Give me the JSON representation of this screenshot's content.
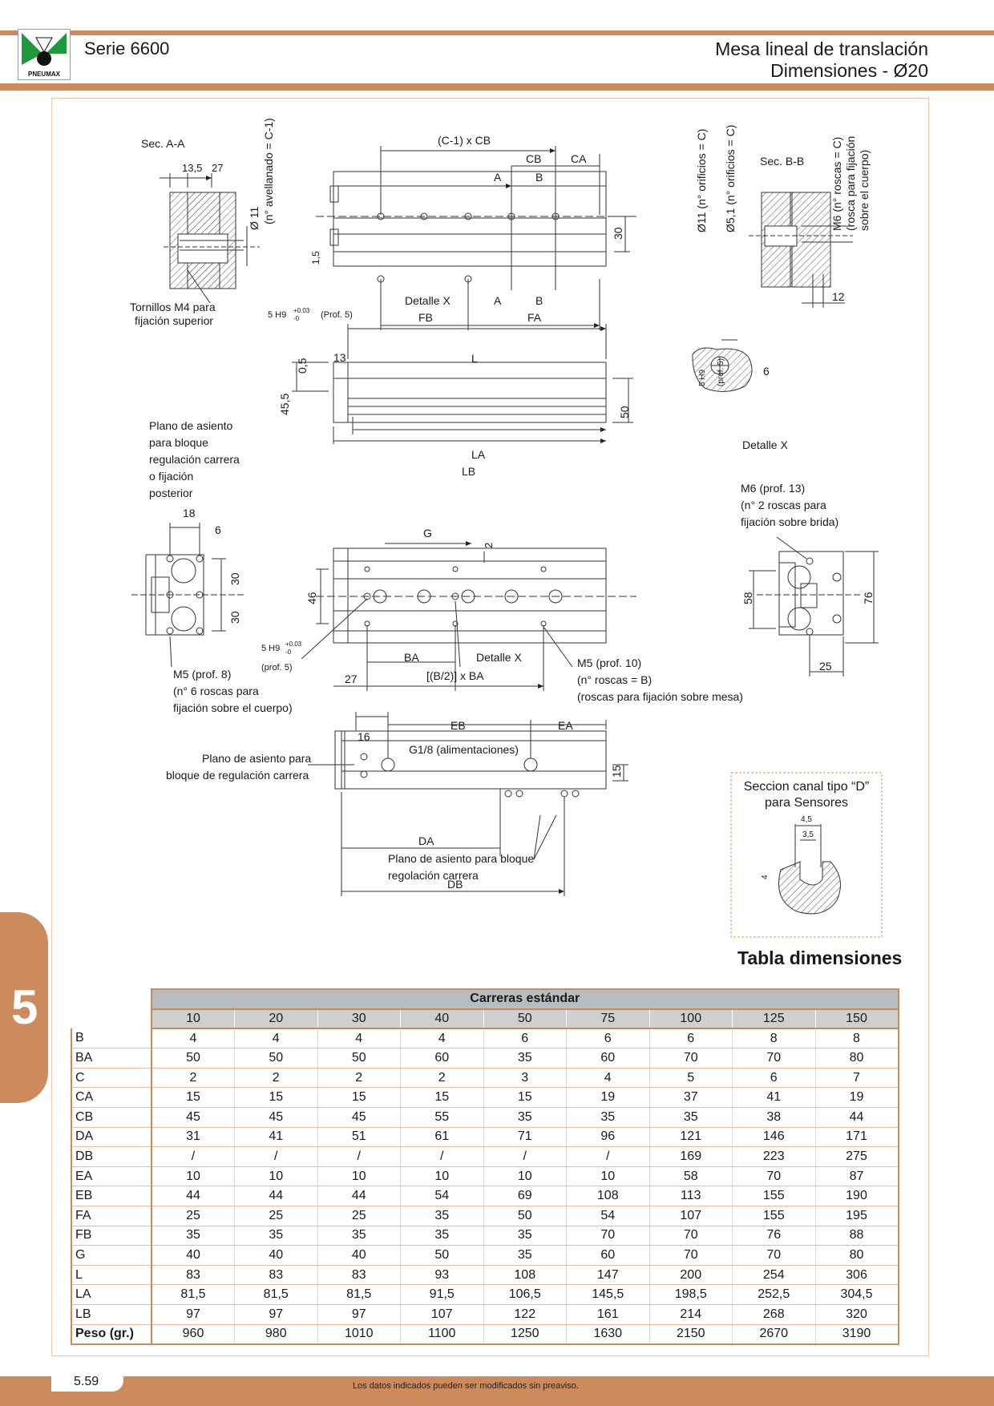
{
  "header": {
    "series": "Serie 6600",
    "title_line1": "Mesa lineal de translación",
    "title_line2": "Dimensiones  - Ø20",
    "logo_text": "PNEUMAX"
  },
  "side_tab": "5",
  "drawing": {
    "sec_aa": "Sec. A-A",
    "sec_bb": "Sec. B-B",
    "dim_135": "13,5",
    "dim_27": "27",
    "phi11": "Ø 11",
    "avellanado": "(n° avellanado = C-1)",
    "tornillos1": "Tornillos M4 para",
    "tornillos2": "fijación superior",
    "c1xcb": "(C-1) x CB",
    "cb": "CB",
    "ca": "CA",
    "a": "A",
    "b": "B",
    "d30": "30",
    "d15": "1,5",
    "h9": "5 H9",
    "tol_up": "+0.03",
    "tol_dn": "-0",
    "prof5": "(Prof. 5)",
    "prof5b": "(prof. 5)",
    "detalle_x": "Detalle X",
    "fb": "FB",
    "fa": "FA",
    "o11": "Ø11 (n° orificios = C)",
    "o51": "Ø5,1 (n° orificios = C)",
    "m6a": "M6 (n° roscas = C)",
    "m6b": "(rosca para fijación",
    "m6c": "sobre el cuerpo)",
    "d12": "12",
    "d05": "0,5",
    "d13": "13",
    "l": "L",
    "d455": "45,5",
    "d50": "50",
    "la": "LA",
    "lb": "LB",
    "d6": "6",
    "plano1": "Plano de asiento",
    "plano2": "para bloque",
    "plano3": "regulación carrera",
    "plano4": "o fijación",
    "plano5": "posterior",
    "d18": "18",
    "g": "G",
    "d2": "2",
    "d46": "46",
    "ba": "BA",
    "b2ba": "[(B/2)] x BA",
    "m5a1": "M5 (prof. 8)",
    "m5a2": "(n° 6 roscas para",
    "m5a3": "fijación sobre el cuerpo)",
    "m5b1": "M5 (prof. 10)",
    "m5b2": "(n° roscas = B)",
    "m5b3": "(roscas para fijación sobre mesa)",
    "m6f1": "M6 (prof. 13)",
    "m6f2": "(n° 2 roscas para",
    "m6f3": "fijación sobre brida)",
    "d58": "58",
    "d76": "76",
    "d25": "25",
    "d16": "16",
    "eb": "EB",
    "ea": "EA",
    "g18": "G1/8 (alimentaciones)",
    "pab1": "Plano de asiento para",
    "pab2": "bloque de regulación carrera",
    "d15b": "15",
    "da": "DA",
    "db": "DB",
    "prb1": "Plano de asiento para bloque",
    "prb2": "regolación carrera",
    "canal1": "Seccion canal tipo “D”",
    "canal2": "para Sensores",
    "d45": "4,5",
    "d35": "3,5",
    "d4": "4"
  },
  "table": {
    "title": "Tabla dimensiones",
    "group_header": "Carreras estándar",
    "columns": [
      "10",
      "20",
      "30",
      "40",
      "50",
      "75",
      "100",
      "125",
      "150"
    ],
    "rows": [
      {
        "label": "B",
        "values": [
          "4",
          "4",
          "4",
          "4",
          "6",
          "6",
          "6",
          "8",
          "8"
        ]
      },
      {
        "label": "BA",
        "values": [
          "50",
          "50",
          "50",
          "60",
          "35",
          "60",
          "70",
          "70",
          "80"
        ]
      },
      {
        "label": "C",
        "values": [
          "2",
          "2",
          "2",
          "2",
          "3",
          "4",
          "5",
          "6",
          "7"
        ]
      },
      {
        "label": "CA",
        "values": [
          "15",
          "15",
          "15",
          "15",
          "15",
          "19",
          "37",
          "41",
          "19"
        ]
      },
      {
        "label": "CB",
        "values": [
          "45",
          "45",
          "45",
          "55",
          "35",
          "35",
          "35",
          "38",
          "44"
        ]
      },
      {
        "label": "DA",
        "values": [
          "31",
          "41",
          "51",
          "61",
          "71",
          "96",
          "121",
          "146",
          "171"
        ]
      },
      {
        "label": "DB",
        "values": [
          "/",
          "/",
          "/",
          "/",
          "/",
          "/",
          "169",
          "223",
          "275"
        ]
      },
      {
        "label": "EA",
        "values": [
          "10",
          "10",
          "10",
          "10",
          "10",
          "10",
          "58",
          "70",
          "87"
        ]
      },
      {
        "label": "EB",
        "values": [
          "44",
          "44",
          "44",
          "54",
          "69",
          "108",
          "113",
          "155",
          "190"
        ]
      },
      {
        "label": "FA",
        "values": [
          "25",
          "25",
          "25",
          "35",
          "50",
          "54",
          "107",
          "155",
          "195"
        ]
      },
      {
        "label": "FB",
        "values": [
          "35",
          "35",
          "35",
          "35",
          "35",
          "70",
          "70",
          "76",
          "88"
        ]
      },
      {
        "label": "G",
        "values": [
          "40",
          "40",
          "40",
          "50",
          "35",
          "60",
          "70",
          "70",
          "80"
        ]
      },
      {
        "label": "L",
        "values": [
          "83",
          "83",
          "83",
          "93",
          "108",
          "147",
          "200",
          "254",
          "306"
        ]
      },
      {
        "label": "LA",
        "values": [
          "81,5",
          "81,5",
          "81,5",
          "91,5",
          "106,5",
          "145,5",
          "198,5",
          "252,5",
          "304,5"
        ]
      },
      {
        "label": "LB",
        "values": [
          "97",
          "97",
          "97",
          "107",
          "122",
          "161",
          "214",
          "268",
          "320"
        ]
      },
      {
        "label": "Peso (gr.)",
        "values": [
          "960",
          "980",
          "1010",
          "1100",
          "1250",
          "1630",
          "2150",
          "2670",
          "3190"
        ]
      }
    ]
  },
  "footer": {
    "page": "5.59",
    "note": "Los datos indicados pueden ser modificados sin preaviso."
  }
}
